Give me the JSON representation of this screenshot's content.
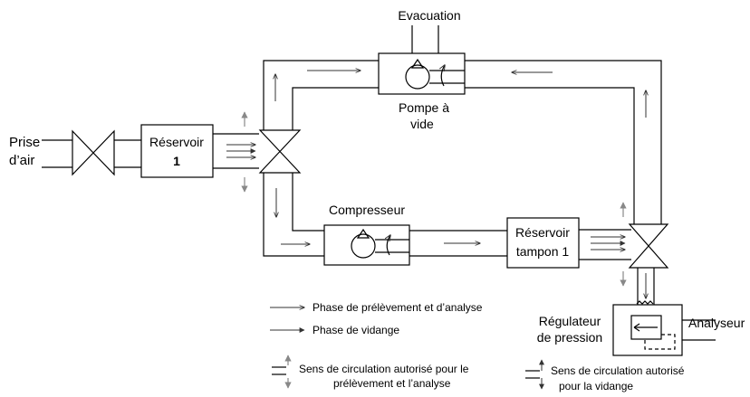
{
  "labels": {
    "intake_line1": "Prise",
    "intake_line2": "d’air",
    "tank1_line1": "Réservoir",
    "tank1_line2": "1",
    "evacuation": "Evacuation",
    "pump_line1": "Pompe à",
    "pump_line2": "vide",
    "compressor": "Compresseur",
    "buffer_line1": "Réservoir",
    "buffer_line2": "tampon 1",
    "regulator_line1": "Régulateur",
    "regulator_line2": "de pression",
    "analyzer": "Analyseur"
  },
  "legend": {
    "sampling_phase": "Phase de prélèvement et d’analyse",
    "drain_phase": "Phase de vidange",
    "sampling_direction_line1": "Sens de circulation autorisé pour le",
    "sampling_direction_line2": "prélèvement et l’analyse",
    "drain_direction_line1": "Sens de circulation autorisé",
    "drain_direction_line2": "pour la vidange"
  },
  "colors": {
    "line": "#000000",
    "sampling_arrow": "#333333",
    "allowed_direction_arrow": "#888888"
  }
}
